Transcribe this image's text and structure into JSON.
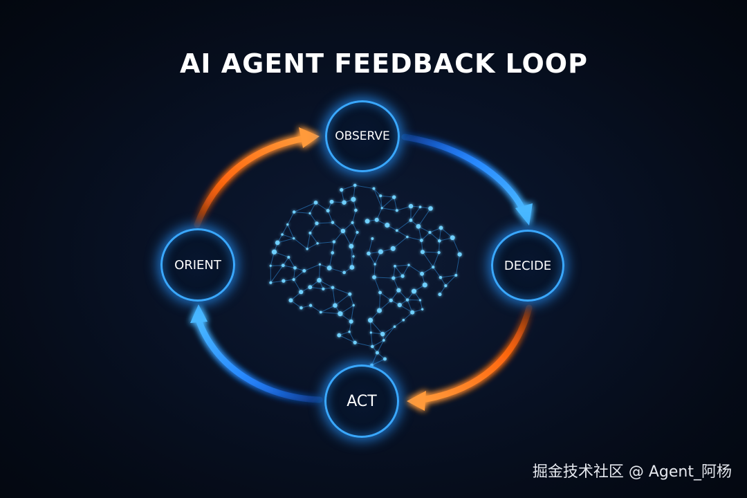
{
  "title": "AI AGENT FEEDBACK LOOP",
  "nodes": {
    "observe": "OBSERVE",
    "decide": "DECIDE",
    "act": "ACT",
    "orient": "ORIENT"
  },
  "colors": {
    "background": "#050b17",
    "blue_glow": "#3aa8ff",
    "orange_glow": "#ff7a1a",
    "text": "#ffffff"
  },
  "icons": [
    "brain-network-icon"
  ],
  "watermark": "掘金技术社区 @ Agent_阿杨"
}
